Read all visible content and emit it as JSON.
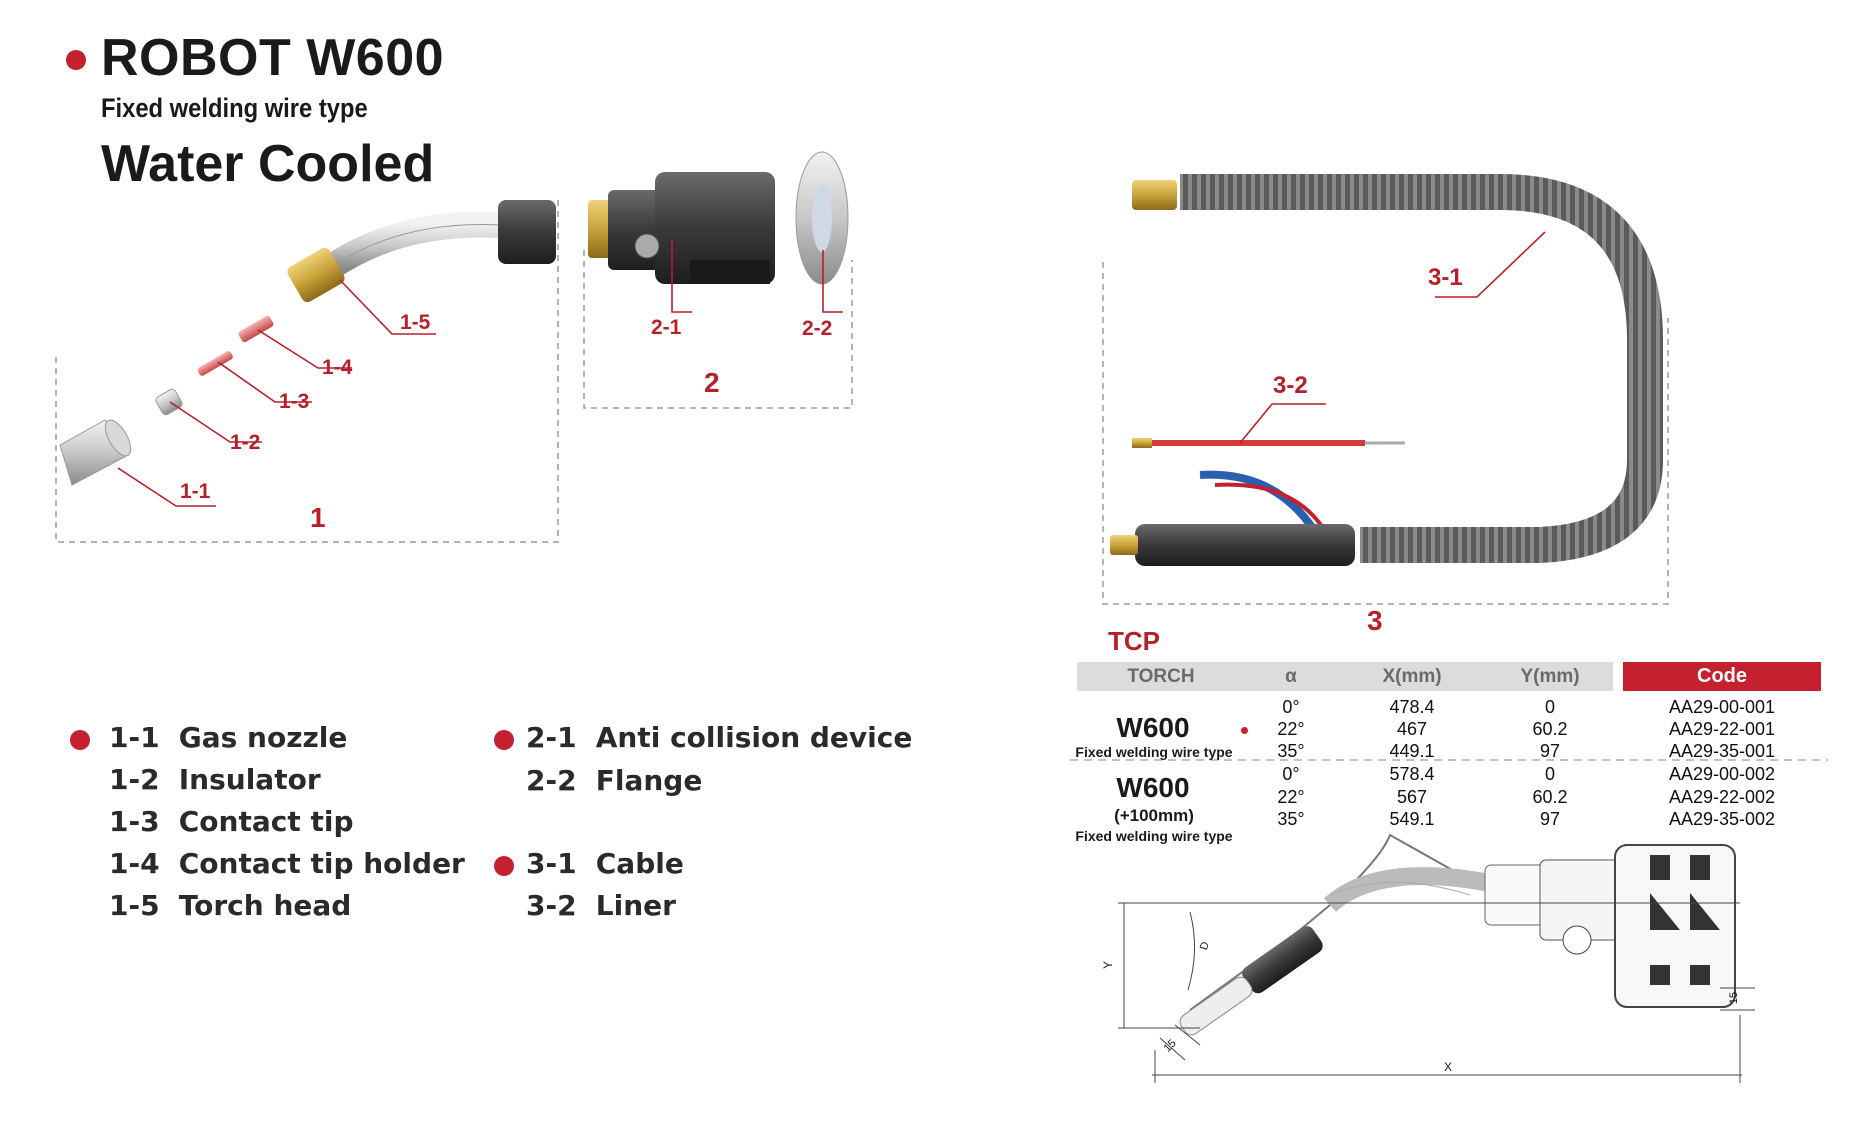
{
  "header": {
    "title": "ROBOT W600",
    "subtitle": "Fixed welding wire type",
    "cooling": "Water Cooled"
  },
  "callouts": {
    "c1_1": "1-1",
    "c1_2": "1-2",
    "c1_3": "1-3",
    "c1_4": "1-4",
    "c1_5": "1-5",
    "c2_1": "2-1",
    "c2_2": "2-2",
    "c3_1": "3-1",
    "c3_2": "3-2"
  },
  "groups": {
    "g1": "1",
    "g2": "2",
    "g3": "3"
  },
  "legend": {
    "group1": [
      {
        "code": "1-1",
        "name": "Gas nozzle"
      },
      {
        "code": "1-2",
        "name": "Insulator"
      },
      {
        "code": "1-3",
        "name": "Contact tip"
      },
      {
        "code": "1-4",
        "name": "Contact tip holder"
      },
      {
        "code": "1-5",
        "name": "Torch head"
      }
    ],
    "group2": [
      {
        "code": "2-1",
        "name": "Anti collision device"
      },
      {
        "code": "2-2",
        "name": "Flange"
      }
    ],
    "group3": [
      {
        "code": "3-1",
        "name": "Cable"
      },
      {
        "code": "3-2",
        "name": "Liner"
      }
    ]
  },
  "tcp": {
    "title": "TCP",
    "headers": {
      "torch": "TORCH",
      "alpha": "α",
      "x": "X(mm)",
      "y": "Y(mm)",
      "code": "Code"
    },
    "models": [
      {
        "name": "W600",
        "extra": "",
        "sub": "Fixed welding wire type",
        "rows": [
          {
            "alpha": "0°",
            "x": "478.4",
            "y": "0",
            "code": "AA29-00-001"
          },
          {
            "alpha": "22°",
            "x": "467",
            "y": "60.2",
            "code": "AA29-22-001"
          },
          {
            "alpha": "35°",
            "x": "449.1",
            "y": "97",
            "code": "AA29-35-001"
          }
        ]
      },
      {
        "name": "W600",
        "extra": "(+100mm)",
        "sub": "Fixed welding wire type",
        "rows": [
          {
            "alpha": "0°",
            "x": "578.4",
            "y": "0",
            "code": "AA29-00-002"
          },
          {
            "alpha": "22°",
            "x": "567",
            "y": "60.2",
            "code": "AA29-22-002"
          },
          {
            "alpha": "35°",
            "x": "549.1",
            "y": "97",
            "code": "AA29-35-002"
          }
        ]
      }
    ]
  },
  "dimensions": {
    "x": "X",
    "y": "Y",
    "d": "D",
    "w15a": "15",
    "w15b": "15"
  },
  "colors": {
    "accent": "#c4202e",
    "brass": "#c9a33a",
    "dark": "#2e2e2e"
  }
}
